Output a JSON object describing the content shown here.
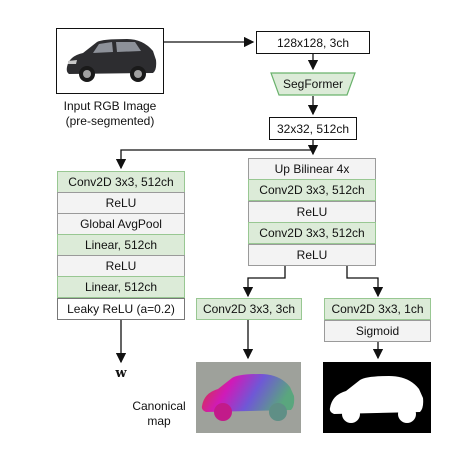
{
  "input": {
    "caption_line1": "Input RGB Image",
    "caption_line2": "(pre-segmented)"
  },
  "resize_box": "128x128, 3ch",
  "backbone": "SegFormer",
  "feature_box": "32x32, 512ch",
  "left_branch": [
    "Conv2D 3x3, 512ch",
    "ReLU",
    "Global AvgPool",
    "Linear, 512ch",
    "ReLU",
    "Linear, 512ch",
    "Leaky ReLU (a=0.2)"
  ],
  "left_output": "w",
  "decoder": [
    "Up Bilinear 4x",
    "Conv2D 3x3, 512ch",
    "ReLU",
    "Conv2D 3x3, 512ch",
    "ReLU"
  ],
  "canonical_head": [
    "Conv2D 3x3, 3ch"
  ],
  "canonical_label_line1": "Canonical",
  "canonical_label_line2": "map",
  "mask_head": [
    "Conv2D 3x3, 1ch",
    "Sigmoid"
  ]
}
